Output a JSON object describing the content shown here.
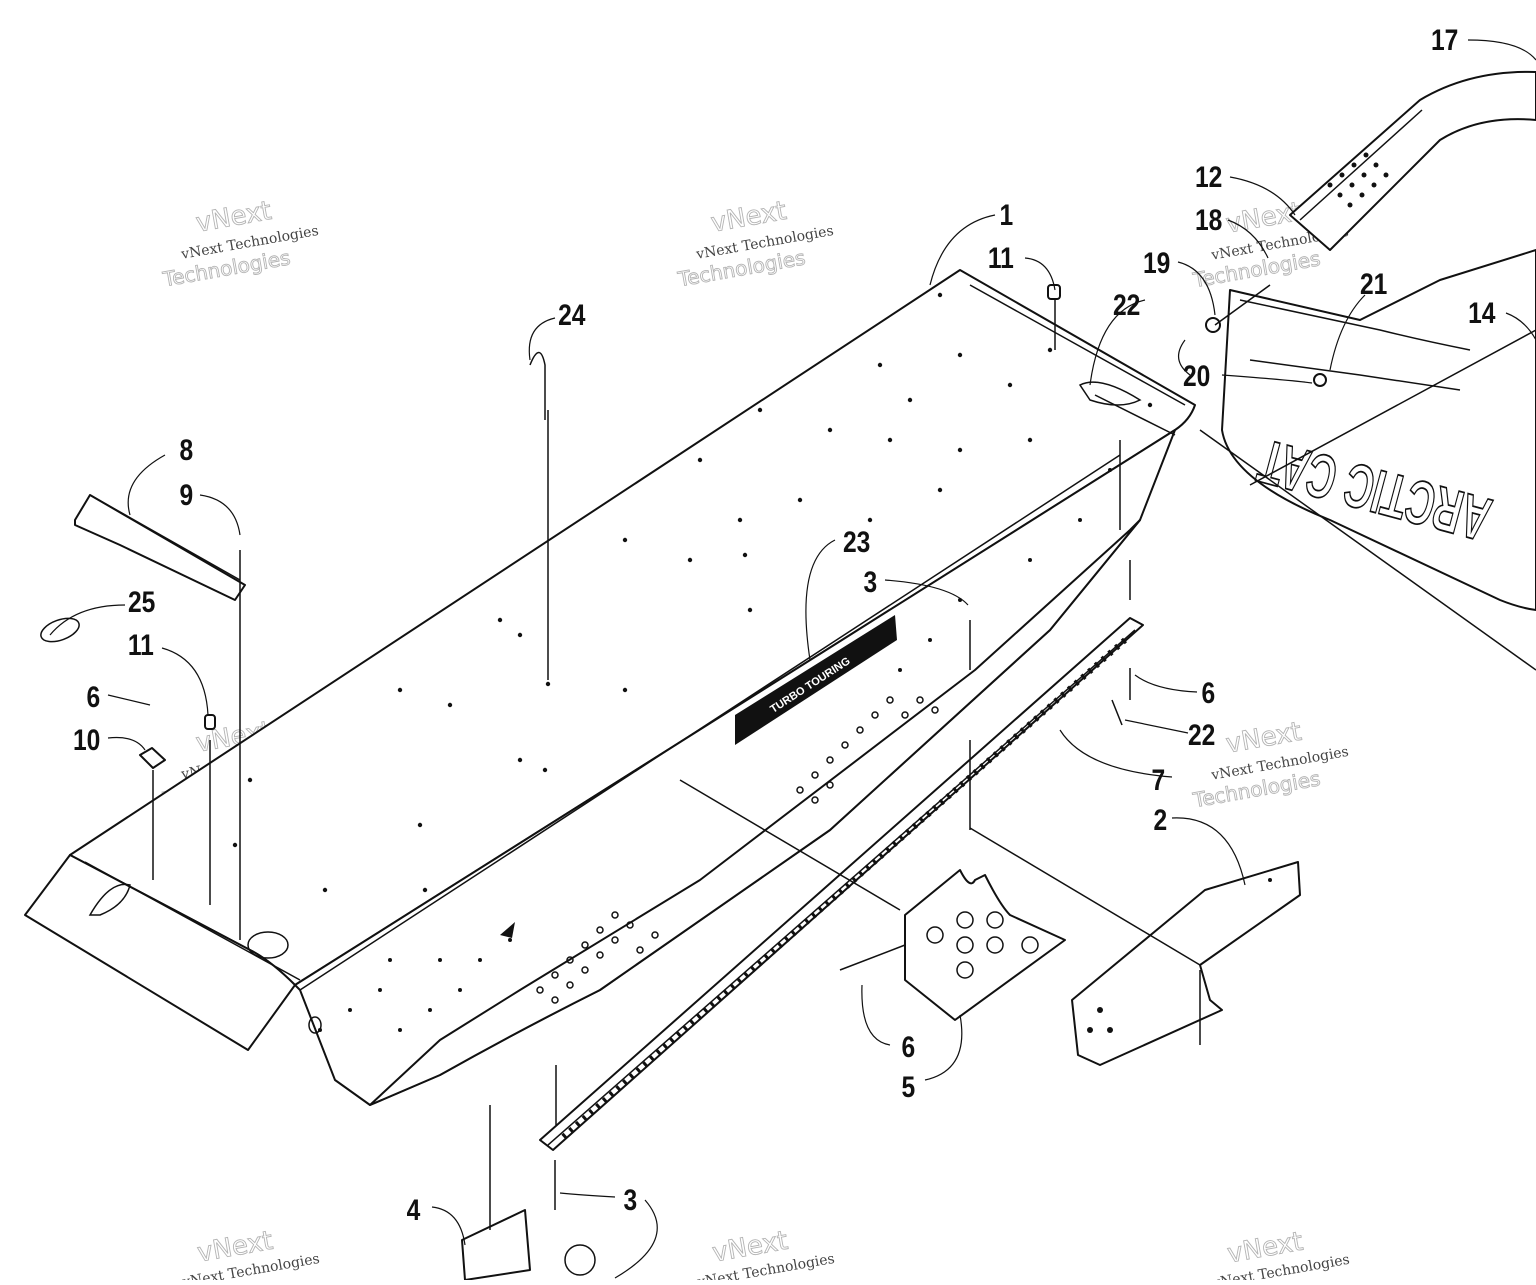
{
  "diagram": {
    "callouts": [
      {
        "id": "c1",
        "label": "1"
      },
      {
        "id": "c2",
        "label": "2"
      },
      {
        "id": "c3a",
        "label": "3"
      },
      {
        "id": "c3b",
        "label": "3"
      },
      {
        "id": "c4",
        "label": "4"
      },
      {
        "id": "c5",
        "label": "5"
      },
      {
        "id": "c6a",
        "label": "6"
      },
      {
        "id": "c6b",
        "label": "6"
      },
      {
        "id": "c6c",
        "label": "6"
      },
      {
        "id": "c7",
        "label": "7"
      },
      {
        "id": "c8",
        "label": "8"
      },
      {
        "id": "c9",
        "label": "9"
      },
      {
        "id": "c10",
        "label": "10"
      },
      {
        "id": "c11a",
        "label": "11"
      },
      {
        "id": "c11b",
        "label": "11"
      },
      {
        "id": "c12",
        "label": "12"
      },
      {
        "id": "c14",
        "label": "14"
      },
      {
        "id": "c17",
        "label": "17"
      },
      {
        "id": "c18",
        "label": "18"
      },
      {
        "id": "c19",
        "label": "19"
      },
      {
        "id": "c20",
        "label": "20"
      },
      {
        "id": "c21",
        "label": "21"
      },
      {
        "id": "c22a",
        "label": "22"
      },
      {
        "id": "c22b",
        "label": "22"
      },
      {
        "id": "c23",
        "label": "23"
      },
      {
        "id": "c24",
        "label": "24"
      },
      {
        "id": "c25",
        "label": "25"
      }
    ],
    "decals": {
      "flap_text": "ARCTIC CAT",
      "trim_text": "TURBO TOURING"
    },
    "watermark": {
      "line1": "vNext Technologies",
      "line2": "vNext",
      "line3": "Technologies"
    }
  }
}
